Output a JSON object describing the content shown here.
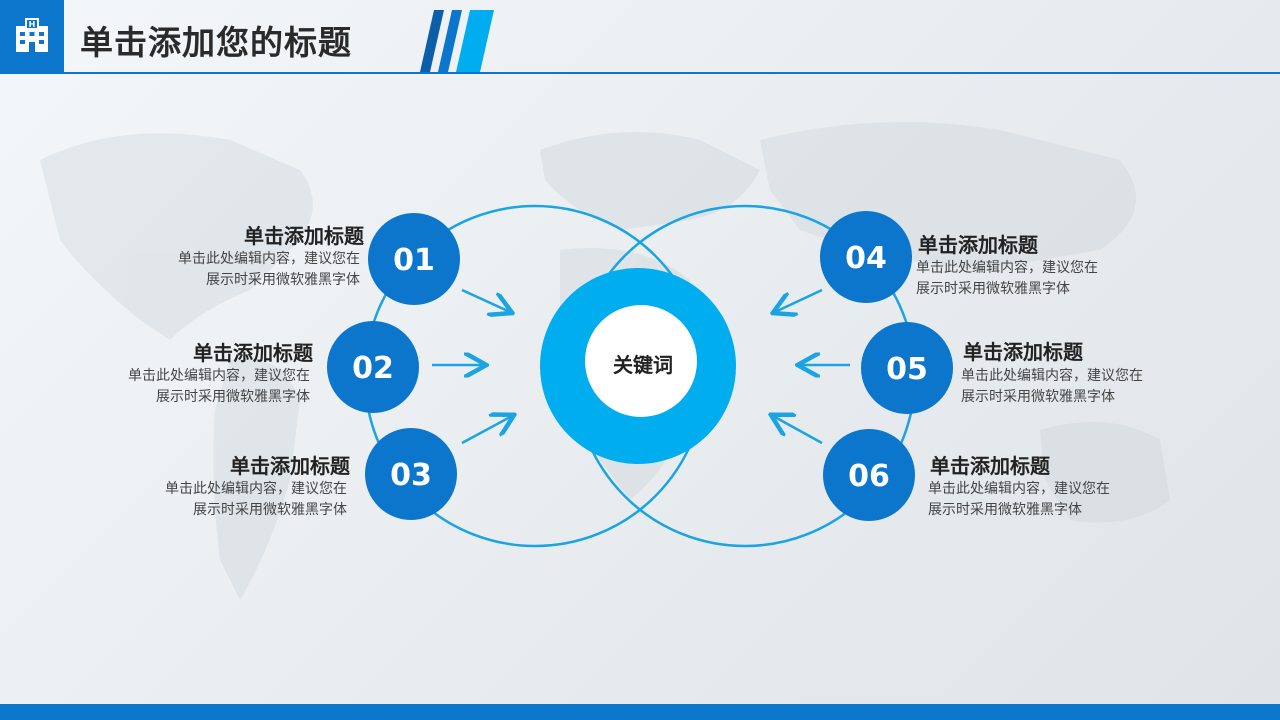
{
  "header": {
    "title": "单击添加您的标题",
    "logo_icon": "hospital-building-icon"
  },
  "colors": {
    "primary": "#0b76cc",
    "accent": "#00adef",
    "line": "#1ba3e2"
  },
  "diagram": {
    "center": {
      "label": "关键词"
    },
    "items": [
      {
        "number": "01",
        "title": "单击添加标题",
        "desc1": "单击此处编辑内容，建议您在",
        "desc2": "展示时采用微软雅黑字体"
      },
      {
        "number": "02",
        "title": "单击添加标题",
        "desc1": "单击此处编辑内容，建议您在",
        "desc2": "展示时采用微软雅黑字体"
      },
      {
        "number": "03",
        "title": "单击添加标题",
        "desc1": "单击此处编辑内容，建议您在",
        "desc2": "展示时采用微软雅黑字体"
      },
      {
        "number": "04",
        "title": "单击添加标题",
        "desc1": "单击此处编辑内容，建议您在",
        "desc2": "展示时采用微软雅黑字体"
      },
      {
        "number": "05",
        "title": "单击添加标题",
        "desc1": "单击此处编辑内容，建议您在",
        "desc2": "展示时采用微软雅黑字体"
      },
      {
        "number": "06",
        "title": "单击添加标题",
        "desc1": "单击此处编辑内容，建议您在",
        "desc2": "展示时采用微软雅黑字体"
      }
    ]
  }
}
